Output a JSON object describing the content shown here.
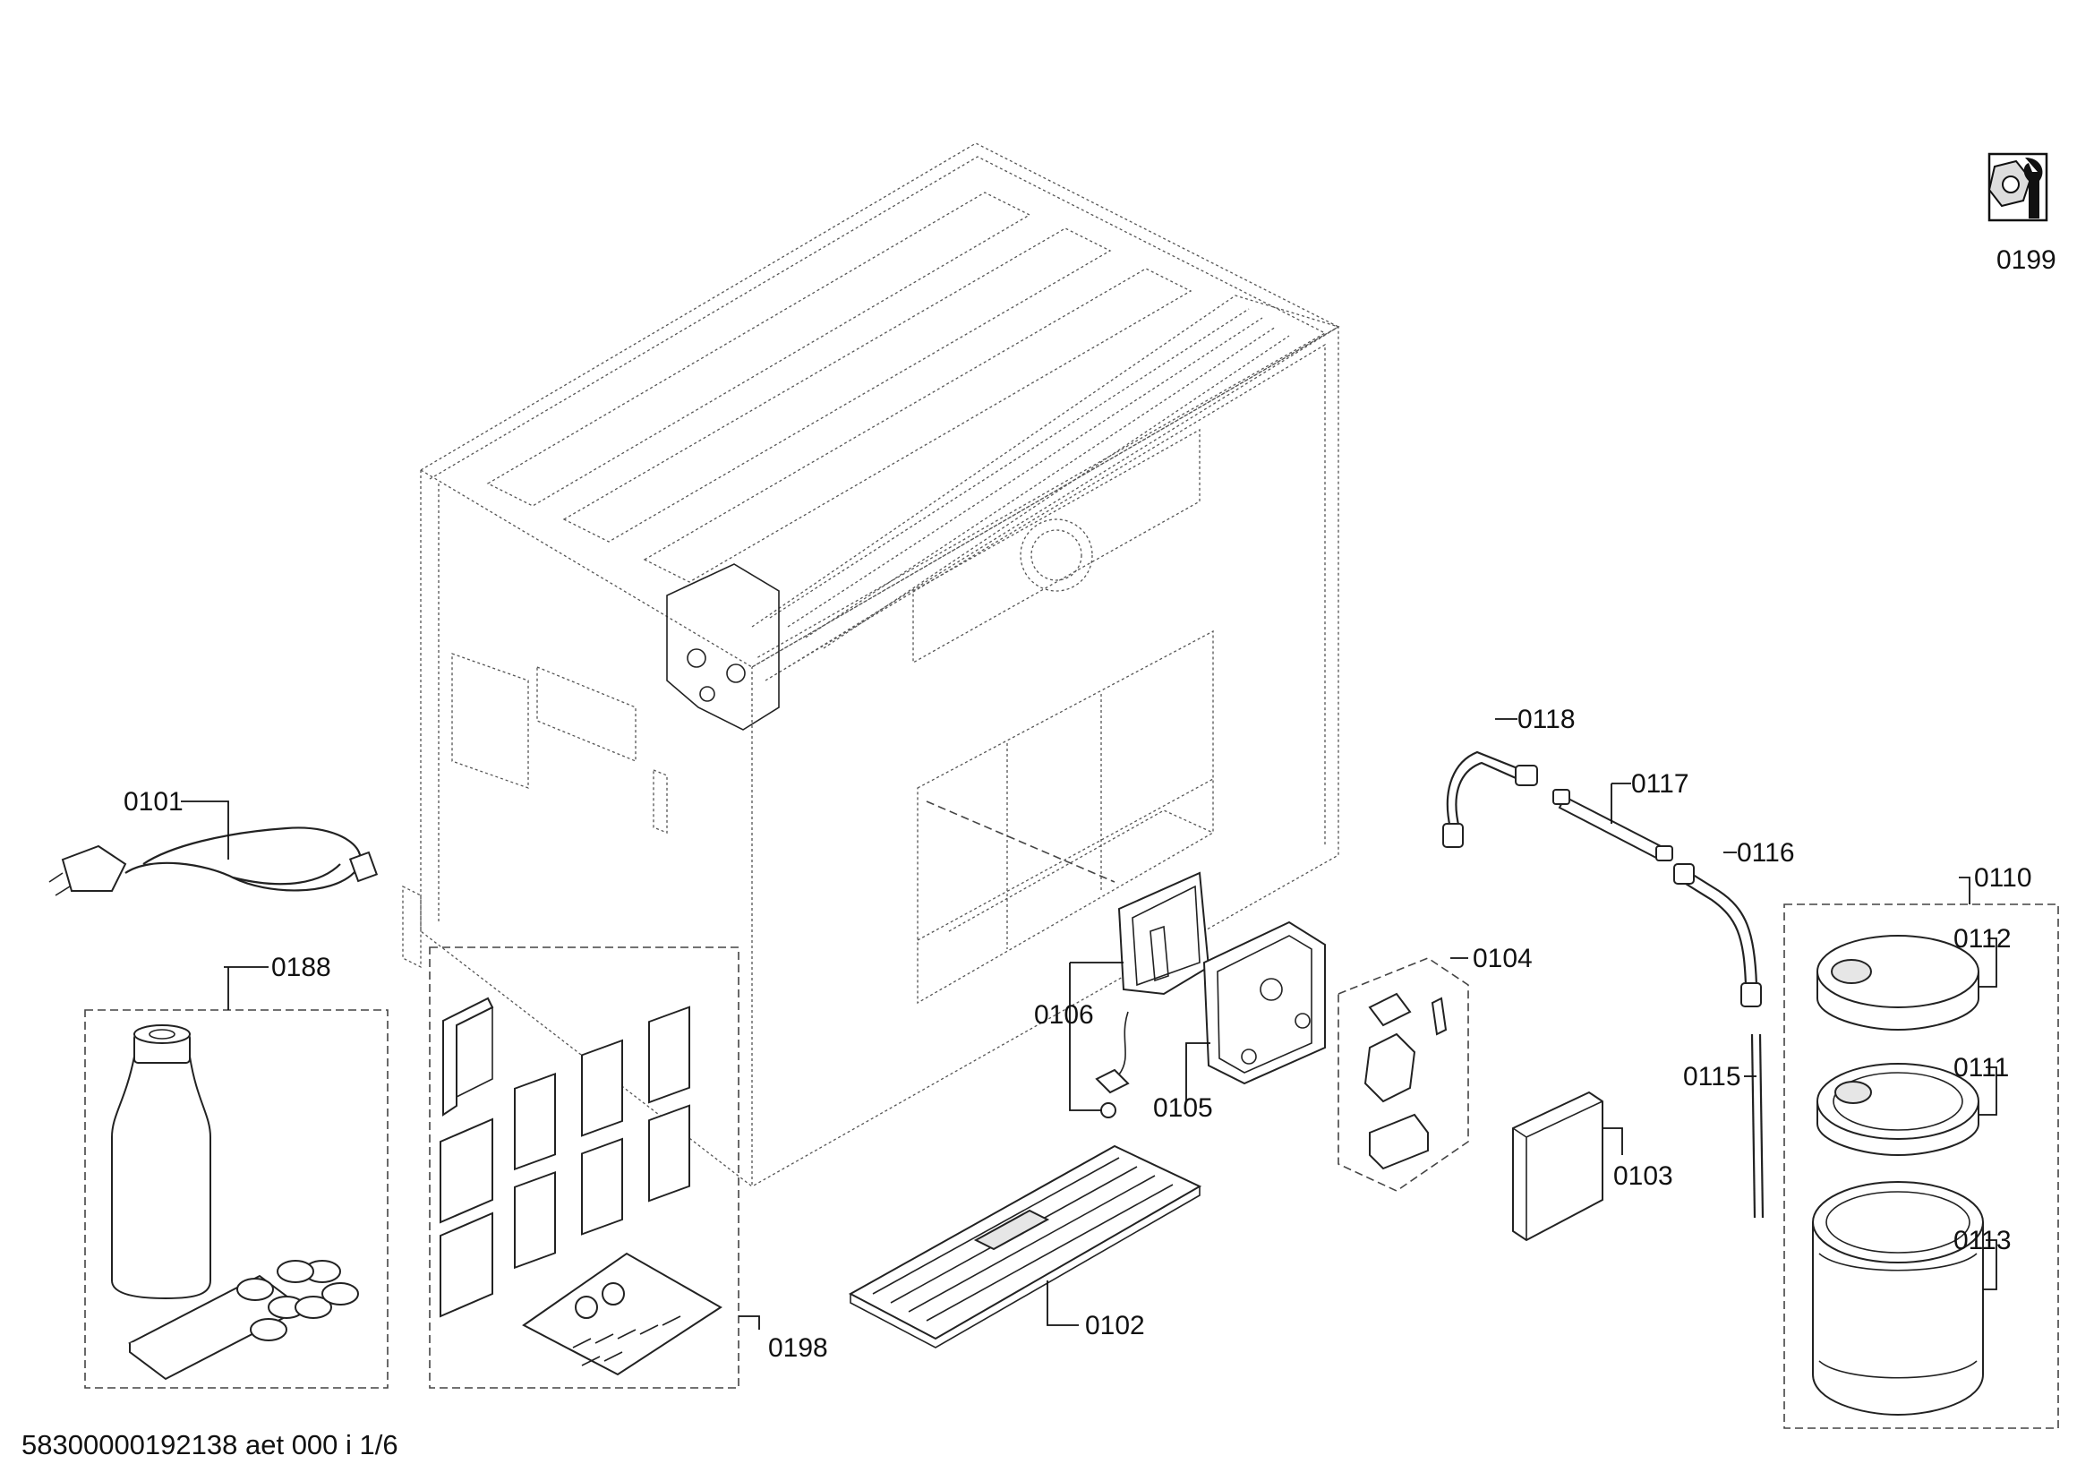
{
  "labels": {
    "p0199": "0199",
    "p0118": "0118",
    "p0117": "0117",
    "p0116": "0116",
    "p0110": "0110",
    "p0112": "0112",
    "p0111": "0111",
    "p0113": "0113",
    "p0115": "0115",
    "p0103": "0103",
    "p0104": "0104",
    "p0105": "0105",
    "p0106": "0106",
    "p0102": "0102",
    "p0198": "0198",
    "p0188": "0188",
    "p0101": "0101"
  },
  "footer": {
    "doc_id": "58300000192138 aet 000 i 1/6"
  },
  "icons": {
    "tool_symbol": "nut-and-wrench-icon"
  }
}
